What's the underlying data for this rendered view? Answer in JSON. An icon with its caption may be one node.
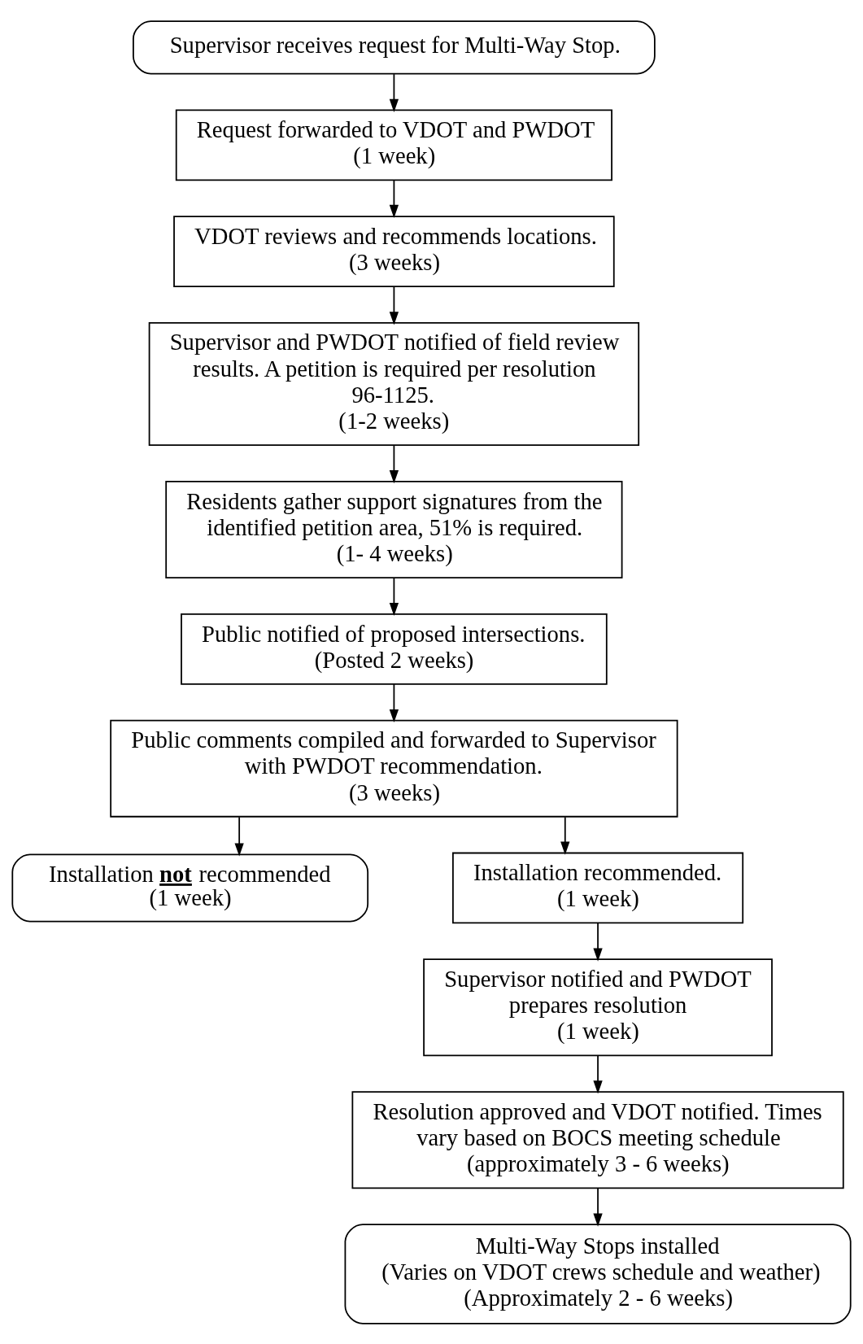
{
  "diagram": {
    "nodes": [
      {
        "text": [
          "Supervisor receives request for Multi-Way Stop."
        ]
      },
      {
        "text": [
          "Request forwarded to VDOT and PWDOT",
          "(1 week)"
        ]
      },
      {
        "text": [
          "VDOT reviews and recommends locations.",
          "(3 weeks)"
        ]
      },
      {
        "text": [
          "Supervisor and PWDOT notified of field review results. A petition is required per resolution 96-1125.",
          "(1-2 weeks)"
        ]
      },
      {
        "text": [
          "Residents gather support signatures from the identified petition area, 51% is required.",
          "(1- 4 weeks)"
        ]
      },
      {
        "text": [
          "Public notified of proposed intersections.",
          "(Posted 2 weeks)"
        ]
      },
      {
        "text": [
          "Public comments compiled and forwarded to Supervisor with PWDOT recommendation.",
          "(3 weeks)"
        ]
      },
      {
        "text": [
          "Installation **not** recommended",
          "(1 week)"
        ]
      },
      {
        "text": [
          "Installation recommended.",
          "(1 week)"
        ]
      },
      {
        "text": [
          "Supervisor notified and PWDOT prepares resolution",
          "(1 week)"
        ]
      },
      {
        "text": [
          "Resolution approved and VDOT notified. Times vary based on BOCS meeting schedule",
          "(approximately 3 - 6 weeks)"
        ]
      },
      {
        "text": [
          "Multi-Way Stops installed",
          "(Varies on VDOT crews schedule and weather)",
          "(Approximately 2 - 6 weeks)"
        ]
      }
    ],
    "edges": [
      {
        "from": 0,
        "to": 1,
        "arrow": "to"
      },
      {
        "from": 1,
        "to": 2,
        "arrow": "to"
      },
      {
        "from": 2,
        "to": 3,
        "arrow": "to"
      },
      {
        "from": 3,
        "to": 4,
        "arrow": "to"
      },
      {
        "from": 4,
        "to": 5,
        "arrow": "to"
      },
      {
        "from": 5,
        "to": 6,
        "arrow": "to"
      },
      {
        "from": 6,
        "to": 7,
        "arrow": "to"
      },
      {
        "from": 6,
        "to": 8,
        "arrow": "to"
      },
      {
        "from": 8,
        "to": 9,
        "arrow": "to"
      },
      {
        "from": 9,
        "to": 10,
        "arrow": "to"
      },
      {
        "from": 10,
        "to": 11,
        "arrow": "to"
      }
    ]
  }
}
